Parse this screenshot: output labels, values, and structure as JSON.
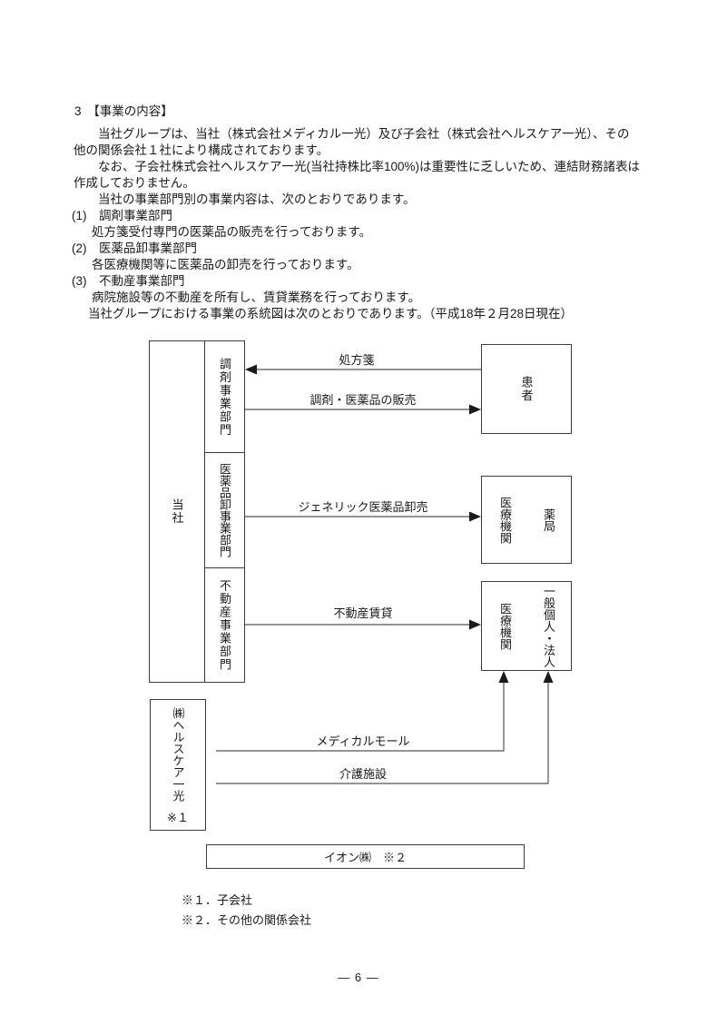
{
  "document": {
    "heading": "3　【事業の内容】",
    "body_lines": [
      "当社グループは、当社（株式会社メディカル一光）及び子会社（株式会社ヘルスケア一光）、その",
      "他の関係会社１社により構成されております。",
      "なお、子会社株式会社ヘルスケア一光(当社持株比率100%)は重要性に乏しいため、連結財務諸表は",
      "作成しておりません。",
      "当社の事業部門別の事業内容は、次のとおりであります。",
      "(1)　調剤事業部門",
      "処方箋受付専門の医薬品の販売を行っております。",
      "(2)　医薬品卸事業部門",
      "各医療機関等に医薬品の卸売を行っております。",
      "(3)　不動産事業部門",
      "病院施設等の不動産を所有し、賃貸業務を行っております。",
      "当社グループにおける事業の系統図は次のとおりであります。（平成18年２月28日現在）"
    ],
    "notes": [
      "※１．子会社",
      "※２．その他の関係会社"
    ],
    "page_number": "— 6 —"
  },
  "diagram": {
    "company": "当社",
    "divisions": [
      "調剤事業部門",
      "医薬品卸事業部門",
      "不動産事業部門"
    ],
    "patient": "患者",
    "medical_institution_1": "医療機関",
    "pharmacy": "薬局",
    "medical_institution_2": "医療機関",
    "general_individual_corporate": "一般個人・法人",
    "subsidiary": "㈱ヘルスケア一光",
    "subsidiary_ref": "※１",
    "aeon": "イオン㈱　※２",
    "flows": {
      "prescription": "処方箋",
      "dispensing_sales": "調剤・医薬品の販売",
      "generic_wholesale": "ジェネリック医薬品卸売",
      "real_estate_lease": "不動産賃貸",
      "medical_mall": "メディカルモール",
      "care_facility": "介護施設"
    },
    "line_color": "#555555",
    "border_color": "#3c3c3c"
  }
}
